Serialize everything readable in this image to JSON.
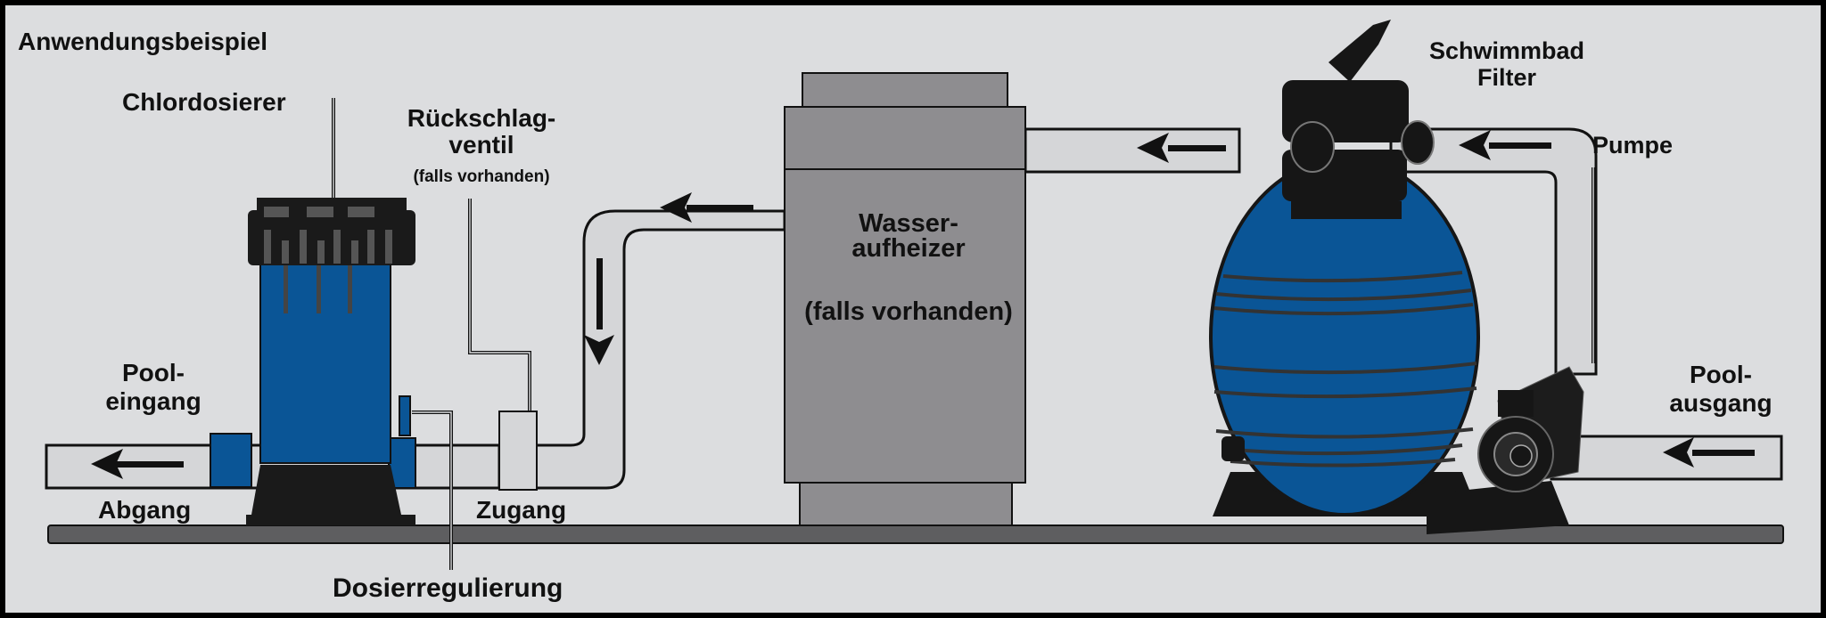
{
  "title": "Anwendungsbeispiel",
  "labels": {
    "chlorinator": "Chlordosierer",
    "check_valve_1": "Rückschlag-",
    "check_valve_2": "ventil",
    "check_valve_note": "(falls vorhanden)",
    "heater_1": "Wasser-",
    "heater_2": "aufheizer",
    "heater_note": "(falls vorhanden)",
    "filter_1": "Schwimmbad",
    "filter_2": "Filter",
    "pump": "Pumpe",
    "pool_inlet_1": "Pool-",
    "pool_inlet_2": "eingang",
    "pool_outlet_1": "Pool-",
    "pool_outlet_2": "ausgang",
    "outlet": "Abgang",
    "inlet": "Zugang",
    "dosing": "Dosierregulierung"
  },
  "colors": {
    "background": "#dcdddf",
    "pipe": "#d5d6d8",
    "blue": "#0a5596",
    "heater": "#8e8d90",
    "dark": "#161616",
    "floor": "#5e5e60"
  }
}
